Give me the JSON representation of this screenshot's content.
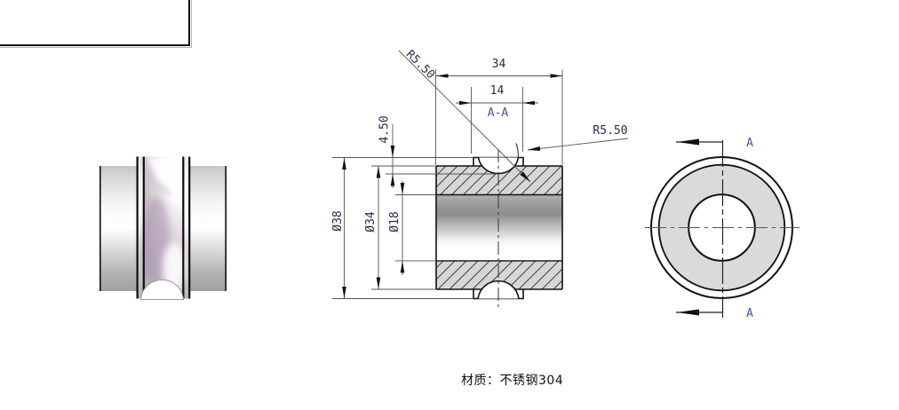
{
  "drawing": {
    "material_note": "材质：不锈钢304"
  },
  "section_view": {
    "label": "A-A",
    "total_width": "34",
    "band_width": "14",
    "groove_depth": "4.50",
    "outer_diameter": "Ø38",
    "flange_diameter": "Ø34",
    "bore_diameter": "Ø18",
    "groove_radius": "R5.50",
    "groove_radius_callout": "R5.50"
  },
  "end_view": {
    "section_marker_top": "A",
    "section_marker_bottom": "A"
  },
  "colors": {
    "outline": "#111111",
    "hatch_fill": "#d6d6d6",
    "dimension_line": "#555555",
    "dimension_text": "#272c4a",
    "section_marker_text": "#3c55a8",
    "bore_shading_dark": "#8f8f8f",
    "groove_highlight_purple": "#ab93b1",
    "end_view_face_fill": "#dadada"
  }
}
